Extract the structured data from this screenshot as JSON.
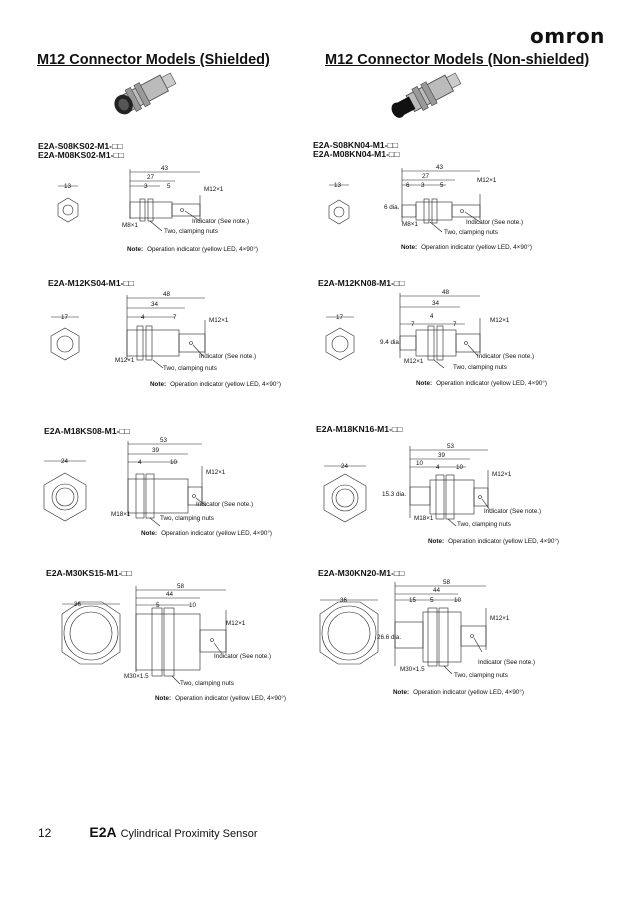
{
  "brand": "omron",
  "sections": {
    "left_title": "M12 Connector Models (Shielded)",
    "right_title": "M12 Connector Models (Non-shielded)"
  },
  "note_label": "Note:",
  "note_text": "Operation indicator (yellow LED, 4×90°)",
  "labels": {
    "indicator": "Indicator (See note.)",
    "nuts": "Two, clamping nuts",
    "conn": "M12×1"
  },
  "drawings": [
    {
      "id": "s08s",
      "models": [
        "E2A-S08KS02-M1-□□",
        "E2A-M08KS02-M1-□□"
      ],
      "face": "13",
      "dims": [
        "43",
        "27",
        "3",
        "5"
      ],
      "thread": "M8×1",
      "dia": ""
    },
    {
      "id": "s08n",
      "models": [
        "E2A-S08KN04-M1-□□",
        "E2A-M08KN04-M1-□□"
      ],
      "face": "13",
      "dims": [
        "43",
        "27",
        "6",
        "3",
        "5"
      ],
      "thread": "M8×1",
      "dia": "6 dia."
    },
    {
      "id": "m12s",
      "models": [
        "E2A-M12KS04-M1-□□"
      ],
      "face": "17",
      "dims": [
        "48",
        "34",
        "4",
        "7"
      ],
      "thread": "M12×1",
      "dia": ""
    },
    {
      "id": "m12n",
      "models": [
        "E2A-M12KN08-M1-□□"
      ],
      "face": "17",
      "dims": [
        "48",
        "34",
        "7",
        "4",
        "7"
      ],
      "thread": "M12×1",
      "dia": "9.4 dia."
    },
    {
      "id": "m18s",
      "models": [
        "E2A-M18KS08-M1-□□"
      ],
      "face": "24",
      "dims": [
        "53",
        "39",
        "4",
        "10"
      ],
      "thread": "M18×1",
      "dia": ""
    },
    {
      "id": "m18n",
      "models": [
        "E2A-M18KN16-M1-□□"
      ],
      "face": "24",
      "dims": [
        "53",
        "39",
        "10",
        "4",
        "10"
      ],
      "thread": "M18×1",
      "dia": "15.3 dia."
    },
    {
      "id": "m30s",
      "models": [
        "E2A-M30KS15-M1-□□"
      ],
      "face": "36",
      "dims": [
        "58",
        "44",
        "5",
        "10"
      ],
      "thread": "M30×1.5",
      "dia": ""
    },
    {
      "id": "m30n",
      "models": [
        "E2A-M30KN20-M1-□□"
      ],
      "face": "36",
      "dims": [
        "58",
        "44",
        "15",
        "5",
        "10"
      ],
      "thread": "M30×1.5",
      "dia": "26.6 dia."
    }
  ],
  "footer": {
    "page_number": "12",
    "product_code": "E2A",
    "product_name": "Cylindrical Proximity Sensor"
  }
}
